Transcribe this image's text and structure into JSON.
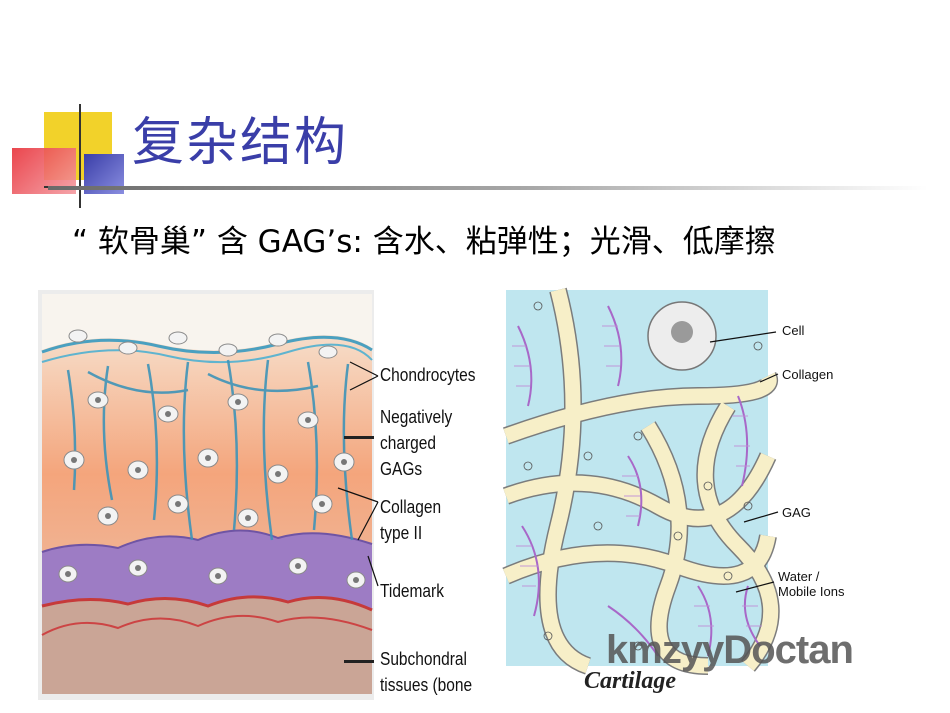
{
  "slide": {
    "title": "复杂结构",
    "body_line": "“ 软骨巢” 含 GAG’s: 含水、粘弹性；光滑、低摩擦"
  },
  "left_figure": {
    "labels": [
      "Chondrocytes",
      "Negatively",
      "charged",
      "GAGs",
      "Collagen",
      "type II",
      "Tidemark",
      "Subchondral",
      "tissues (bone"
    ]
  },
  "right_figure": {
    "labels": {
      "cell": "Cell",
      "collagen": "Collagen",
      "gag": "GAG",
      "water_1": "Water /",
      "water_2": "Mobile Ions"
    },
    "caption": "Cartilage"
  },
  "watermark": "kmzyyDoctan",
  "colors": {
    "title": "#3a3ea8",
    "deco_yellow": "#f2d22a",
    "deco_red": "#e8323a",
    "deco_blue": "#3a3ea8",
    "cartilage_top": "#f3e9dd",
    "cartilage_mid": "#f2a072",
    "tidemark": "#8e74b6",
    "bone": "#c88a72",
    "matrix_bg": "#bfe6ef",
    "collagen_fiber": "#f7efc8",
    "gag": "#a868c8"
  }
}
